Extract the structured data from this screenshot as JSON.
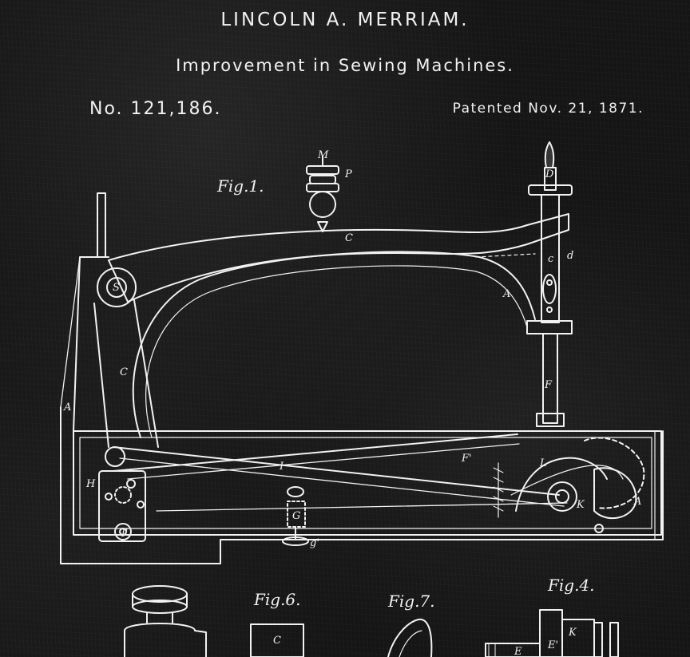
{
  "header": {
    "inventor": "LINCOLN A. MERRIAM.",
    "title": "Improvement in Sewing Machines."
  },
  "patent": {
    "number": "No. 121,186.",
    "date": "Patented Nov. 21, 1871."
  },
  "figures": {
    "fig1": "Fig.1.",
    "fig4": "Fig.4.",
    "fig6": "Fig.6.",
    "fig7": "Fig.7."
  },
  "letters": {
    "M": "M",
    "P": "P",
    "D": "D",
    "C_top": "C",
    "c_small": "c",
    "d": "d",
    "A_arm": "A",
    "S": "S",
    "C_pillar": "C",
    "A_left": "A",
    "F": "F",
    "I": "I",
    "F_prime": "F'",
    "L": "L",
    "K": "K",
    "A_right": "A",
    "H": "H",
    "T": "T",
    "G": "G",
    "g": "g'",
    "C_fig6": "C",
    "E": "E",
    "E_prime": "E'",
    "K_fig4": "K"
  },
  "colors": {
    "background": "#151515",
    "ink": "#f2f2f2"
  }
}
